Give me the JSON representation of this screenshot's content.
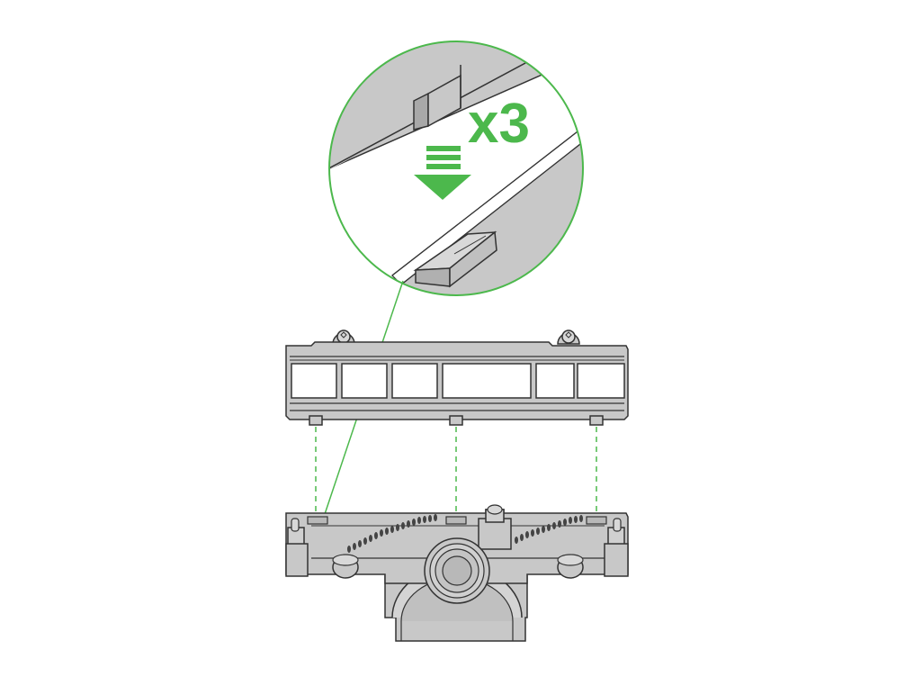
{
  "instruction": {
    "count_label": "x3",
    "direction_icon": "arrow-down-icon"
  },
  "colors": {
    "accent": "#4cb84c",
    "part_fill": "#c8c8c8",
    "part_dark": "#b4b4b4",
    "outline": "#333333",
    "background": "#ffffff"
  },
  "parts": {
    "top_part": "filter-cover",
    "bottom_part": "roller-housing",
    "clip_count": 3
  }
}
